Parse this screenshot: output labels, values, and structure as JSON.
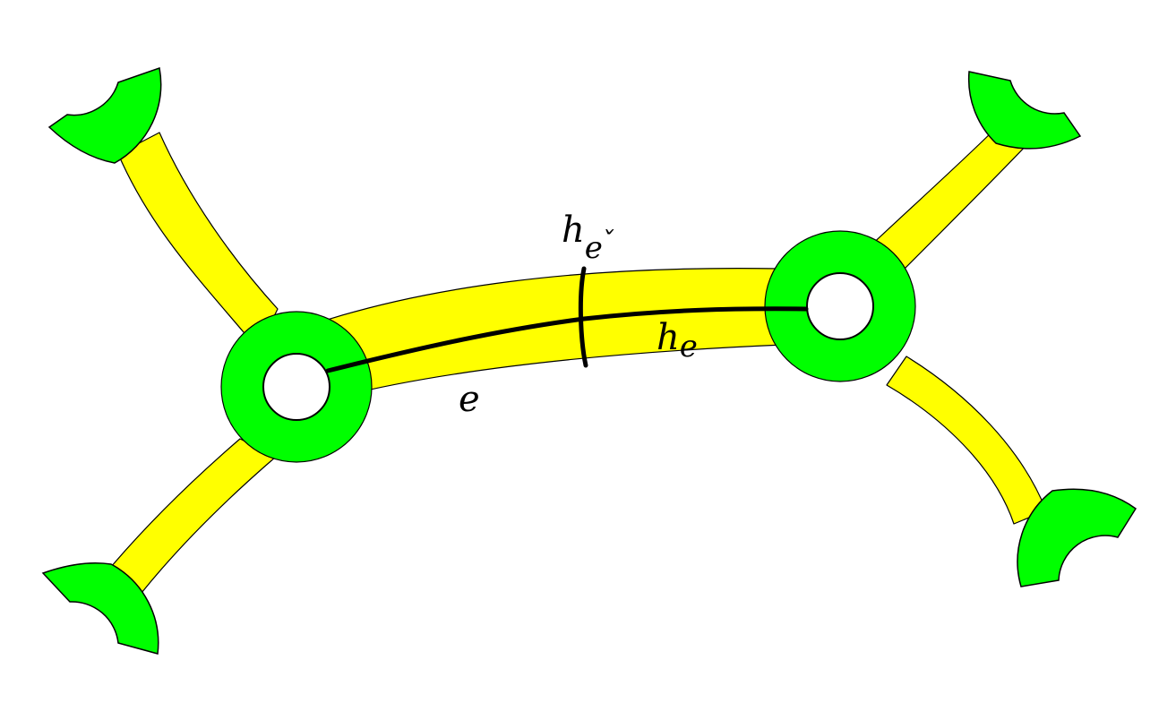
{
  "labels": {
    "edge": "e",
    "half_edge_base": "h",
    "half_edge_sub": "e",
    "dual_base": "h",
    "dual_sub": "e",
    "dual_check": "ˇ"
  },
  "colors": {
    "band": "#ffff00",
    "vertex_disk": "#00ff00",
    "outline": "#000000",
    "background": "#ffffff"
  }
}
